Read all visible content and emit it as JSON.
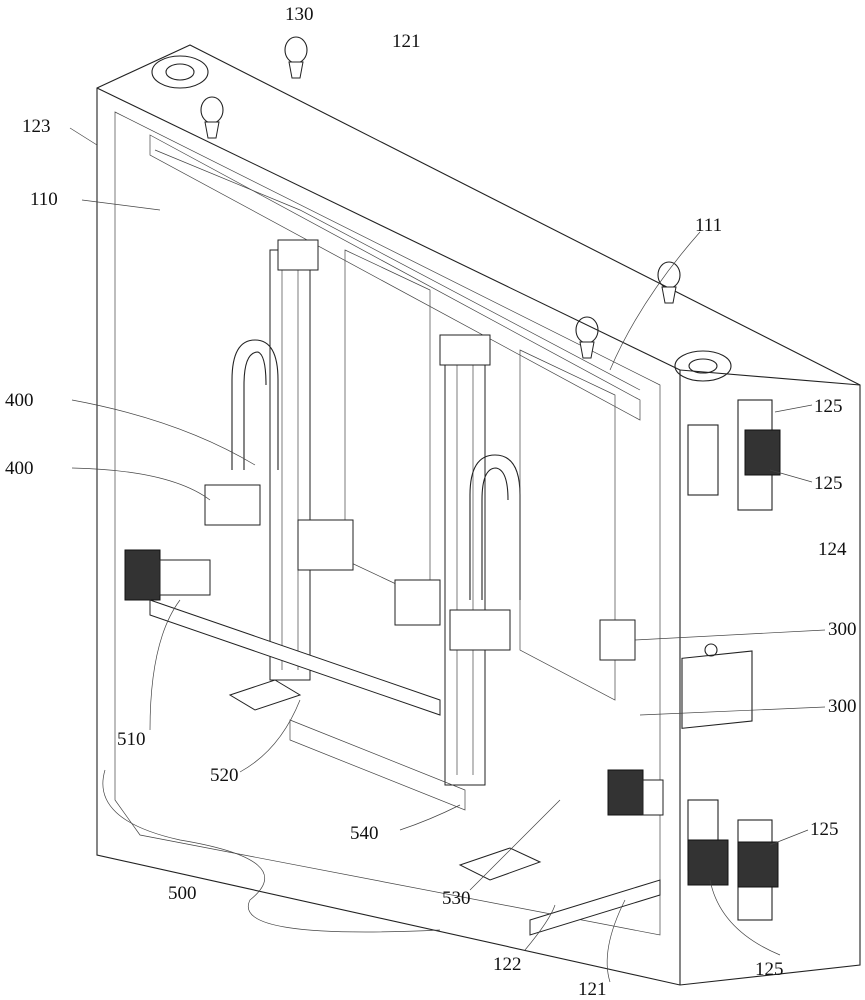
{
  "figure": {
    "labels": {
      "l130": "130",
      "l121_top": "121",
      "l123": "123",
      "l110": "110",
      "l111": "111",
      "l400_a": "400",
      "l400_b": "400",
      "l125_a": "125",
      "l125_b": "125",
      "l124": "124",
      "l300_a": "300",
      "l300_b": "300",
      "l510": "510",
      "l520": "520",
      "l540": "540",
      "l500": "500",
      "l530": "530",
      "l122": "122",
      "l121_bottom": "121",
      "l125_c": "125",
      "l125_d": "125"
    }
  }
}
